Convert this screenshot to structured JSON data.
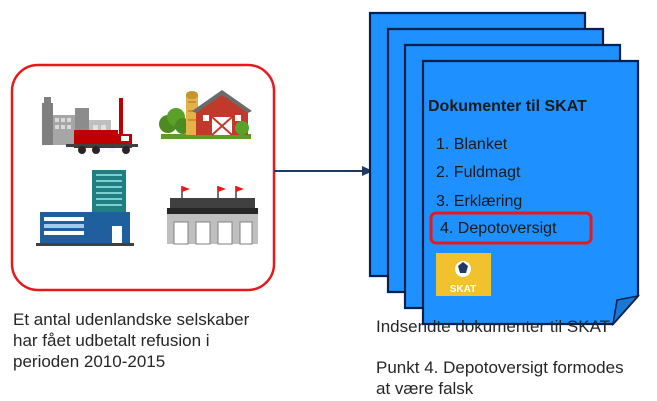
{
  "left_panel": {
    "caption": "Et antal udenlandske selskaber har fået udbetalt refusion i perioden 2010-2015",
    "caption_lines": [
      "Et antal udenlandske selskaber",
      "har fået udbetalt refusion i",
      "perioden 2010-2015"
    ],
    "icons": [
      "factory-truck-icon",
      "farm-barn-icon",
      "office-building-icon",
      "warehouse-icon"
    ],
    "border_color": "#e8191d"
  },
  "documents": {
    "title": "Dokumenter til SKAT",
    "items": [
      "1. Blanket",
      "2. Fuldmagt",
      "3. Erklæring",
      "4. Depotoversigt"
    ],
    "highlighted_item": "4. Depotoversigt",
    "logo_text": "SKAT",
    "page_color": "#1e90ff",
    "highlight_color": "#e8191d"
  },
  "captions": {
    "sent_docs": "Indsendte dokumenter til SKAT",
    "claim_lines": [
      "Punkt 4. Depotoversigt formodes",
      "at være falsk"
    ]
  }
}
